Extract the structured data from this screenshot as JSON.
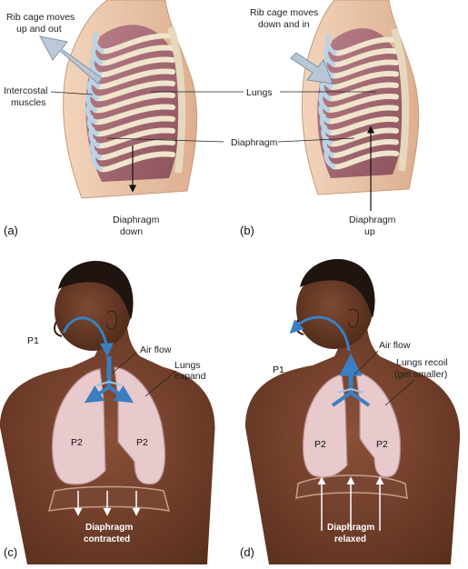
{
  "panel_labels": {
    "a": "(a)",
    "b": "(b)",
    "c": "(c)",
    "d": "(d)"
  },
  "panel_a": {
    "rib_cage_line1": "Rib cage moves",
    "rib_cage_line2": "up and out",
    "intercostal_line1": "Intercostal",
    "intercostal_line2": "muscles",
    "diaphragm_line1": "Diaphragm",
    "diaphragm_line2": "down"
  },
  "panel_b": {
    "rib_cage_line1": "Rib cage moves",
    "rib_cage_line2": "down and in",
    "diaphragm_line1": "Diaphragm",
    "diaphragm_line2": "up"
  },
  "shared": {
    "lungs": "Lungs",
    "diaphragm": "Diaphragm"
  },
  "panel_c": {
    "p1": "P1",
    "air_flow": "Air flow",
    "lungs_line1": "Lungs",
    "lungs_line2": "expand",
    "p2_left": "P2",
    "p2_right": "P2",
    "diaphragm_line1": "Diaphragm",
    "diaphragm_line2": "contracted"
  },
  "panel_d": {
    "p1": "P1",
    "air_flow": "Air flow",
    "lungs_line1": "Lungs  recoil",
    "lungs_line2": "(get smaller)",
    "p2_left": "P2",
    "p2_right": "P2",
    "diaphragm_line1": "Diaphragm",
    "diaphragm_line2": "relaxed"
  },
  "colors": {
    "skin_light": "#e9c3a5",
    "rib": "#efe4cc",
    "muscle": "#a26a74",
    "cartilage": "#b9d3e4",
    "skin_dark": "#6a3a26",
    "hair": "#201410",
    "lung_fill": "#e8c9cc",
    "air_arrow": "#3a7fc1"
  }
}
